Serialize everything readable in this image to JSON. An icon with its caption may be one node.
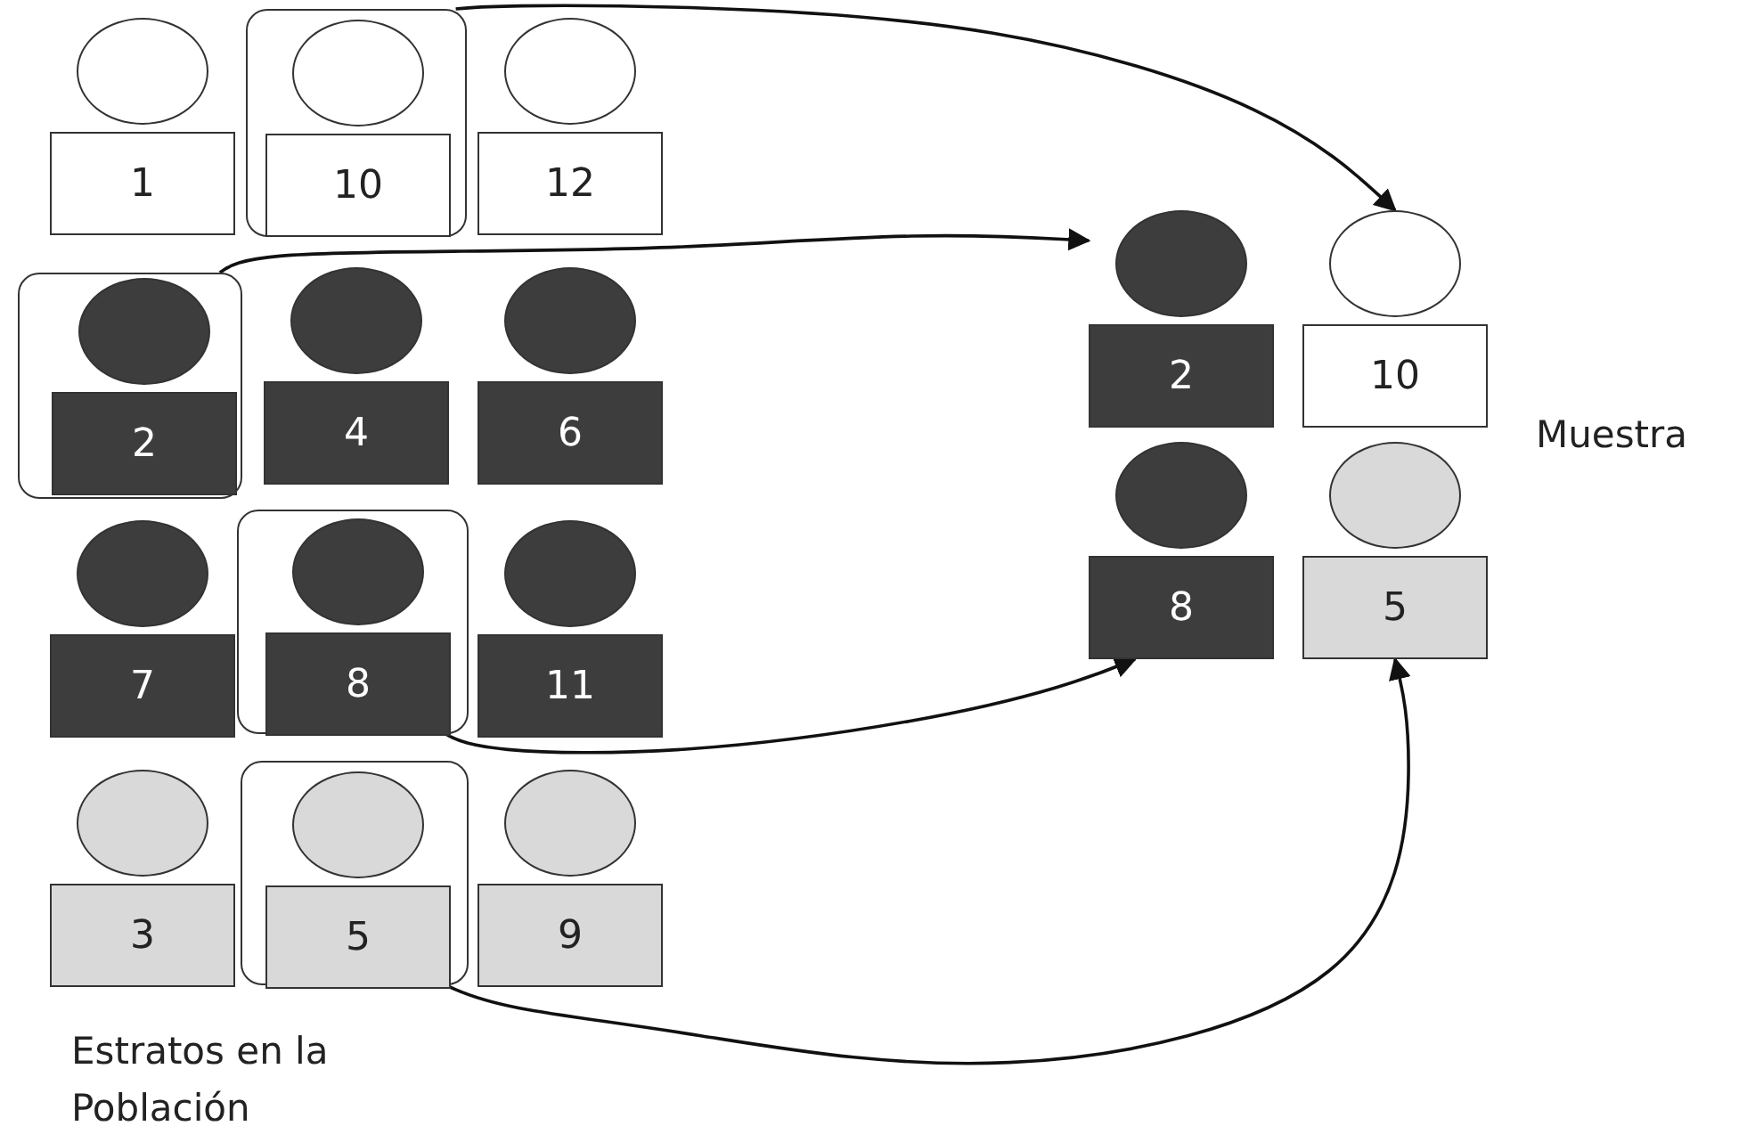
{
  "diagram": {
    "nodes": [
      {
        "text": [
          "1"
        ]
      },
      {
        "text": [],
        "shape": "box"
      },
      {
        "text": [
          "10"
        ],
        "in": 1
      },
      {
        "text": [
          "12"
        ]
      },
      {
        "text": [],
        "shape": "box"
      },
      {
        "text": [
          "2"
        ],
        "in": 4
      },
      {
        "text": [
          "4"
        ]
      },
      {
        "text": [
          "6"
        ]
      },
      {
        "text": [
          "7"
        ]
      },
      {
        "text": [],
        "shape": "box"
      },
      {
        "text": [
          "8"
        ],
        "in": 9
      },
      {
        "text": [
          "11"
        ]
      },
      {
        "text": [
          "3"
        ]
      },
      {
        "text": [],
        "shape": "box"
      },
      {
        "text": [
          "5"
        ],
        "in": 13
      },
      {
        "text": [
          "9"
        ]
      },
      {
        "text": [
          "2"
        ]
      },
      {
        "text": [
          "10"
        ]
      },
      {
        "text": [
          "8"
        ]
      },
      {
        "text": [
          "5"
        ]
      }
    ],
    "edges": [
      {
        "from": 1,
        "to": 17,
        "arrow": "to"
      },
      {
        "from": 4,
        "to": 16,
        "arrow": "to"
      },
      {
        "from": 9,
        "to": 18,
        "arrow": "to"
      },
      {
        "from": 13,
        "to": 19,
        "arrow": "to"
      }
    ],
    "labels": [
      "Muestra",
      "Estratos en la Población"
    ]
  }
}
